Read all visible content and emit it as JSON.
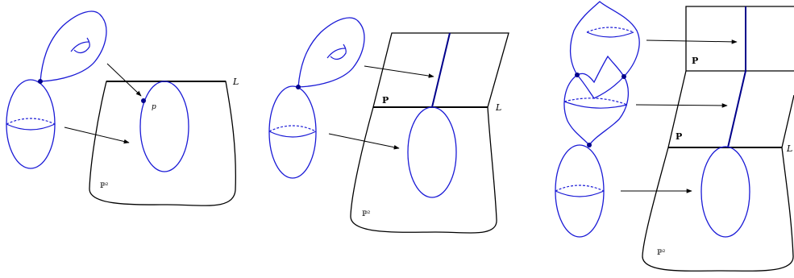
{
  "colors": {
    "curve": "#1a1ad6",
    "ink": "#000000",
    "node": "#00008b"
  },
  "panels": [
    {
      "line_label": "L",
      "plane_label": "ℙ²",
      "point_label": "p"
    },
    {
      "line_label": "L",
      "plane_label": "ℙ²",
      "component_label": "P"
    },
    {
      "line_label": "L",
      "plane_label": "ℙ²",
      "component_label_upper": "P",
      "component_label_lower": "P"
    }
  ]
}
